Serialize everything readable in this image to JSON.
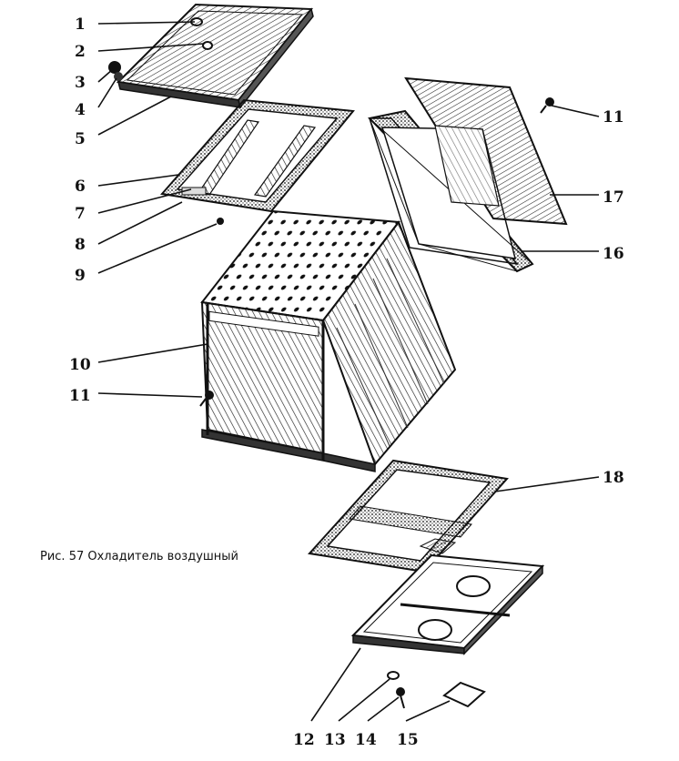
{
  "figure": {
    "caption": "Рис. 57 Охладитель воздушный",
    "callouts": [
      {
        "id": "c1",
        "label": "1"
      },
      {
        "id": "c2",
        "label": "2"
      },
      {
        "id": "c3",
        "label": "3"
      },
      {
        "id": "c4",
        "label": "4"
      },
      {
        "id": "c5",
        "label": "5"
      },
      {
        "id": "c6",
        "label": "6"
      },
      {
        "id": "c7",
        "label": "7"
      },
      {
        "id": "c8",
        "label": "8"
      },
      {
        "id": "c9",
        "label": "9"
      },
      {
        "id": "c10",
        "label": "10"
      },
      {
        "id": "c11a",
        "label": "11"
      },
      {
        "id": "c11b",
        "label": "11"
      },
      {
        "id": "c12",
        "label": "12"
      },
      {
        "id": "c13",
        "label": "13"
      },
      {
        "id": "c14",
        "label": "14"
      },
      {
        "id": "c15",
        "label": "15"
      },
      {
        "id": "c16",
        "label": "16"
      },
      {
        "id": "c17",
        "label": "17"
      },
      {
        "id": "c18",
        "label": "18"
      }
    ]
  },
  "colors": {
    "ink": "#111111",
    "paper": "#ffffff",
    "shade": "#555555"
  }
}
